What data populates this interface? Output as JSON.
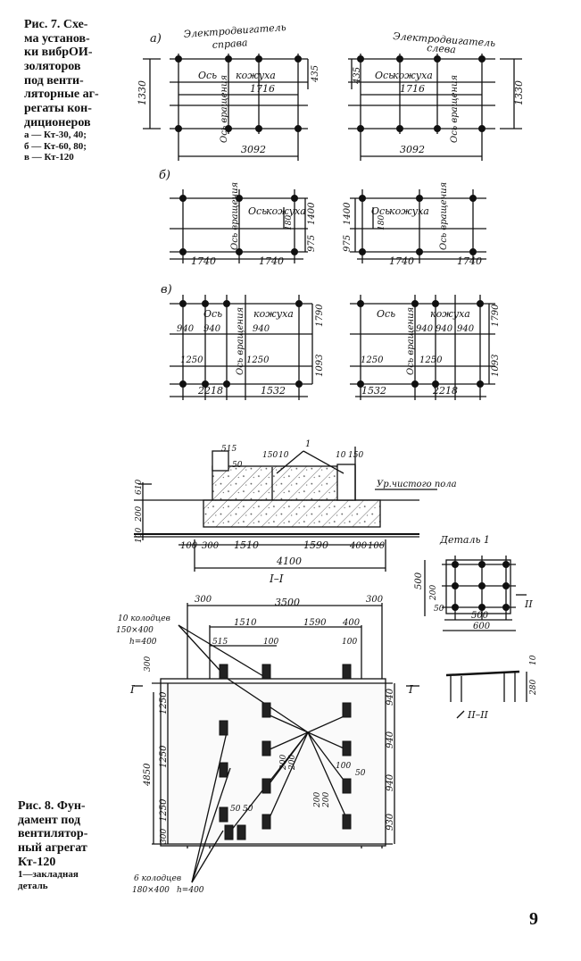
{
  "fig7": {
    "title_lines": [
      "Рис. 7. Схе-",
      "ма установ-",
      "ки вибрOИ-",
      "золяторов",
      "под венти-",
      "ляторные аг-",
      "регаты кон-",
      "диционеров"
    ],
    "notes": [
      "а — Кт-30, 40;",
      "б — Кт-60, 80;",
      "в — Кт-120"
    ],
    "a": {
      "label": "а)",
      "left_title": [
        "Электродвигатель",
        "справа"
      ],
      "right_title": [
        "Электродвигатель",
        "слева"
      ],
      "axis_casing": "Ось",
      "casing": "кожуха",
      "axis_rotation": "Ось вращения",
      "d_1716": "1716",
      "d_3092": "3092",
      "d_1330": "1330",
      "d_435": "435"
    },
    "b": {
      "label": "б)",
      "axis_casing": "Ось",
      "casing": "кожуха",
      "axis_rotation": "Ось вращения",
      "d_1740": "1740",
      "d_1400": "1400",
      "d_975": "975",
      "d_180": "180"
    },
    "c": {
      "label": "в)",
      "axis_casing": "Ось",
      "casing": "кожуха",
      "axis_rotation": "Ось вращения",
      "d_940": "940",
      "d_1250": "1250",
      "d_2218": "2218",
      "d_1532": "1532",
      "d_1790": "1790",
      "d_1093": "1093"
    }
  },
  "fig8": {
    "title_lines": [
      "Рис. 8. Фун-",
      "дамент под",
      "вентилятор-",
      "ный агрегат",
      "Кт-120"
    ],
    "note_lines": [
      "1—закладная",
      "деталь"
    ],
    "section": {
      "label": "I–I",
      "floor": "Ур.чистого пола",
      "callout": "1",
      "d_515": "515",
      "d_50": "50",
      "d_150": "150",
      "d_10": "10",
      "d_610": "610",
      "d_200": "200",
      "d_100": "100",
      "d_300": "300",
      "d_1510": "1510",
      "d_1590": "1590",
      "d_400": "400",
      "d_4100": "4100"
    },
    "detail": {
      "title": "Деталь 1",
      "d_500": "500",
      "d_200": "200",
      "d_600": "600",
      "d_50": "50",
      "mark": "II",
      "section_label": "II–II",
      "d_10": "10",
      "d_280": "280"
    },
    "plan": {
      "mark": "I",
      "d_300": "300",
      "d_3500": "3500",
      "d_1510": "1510",
      "d_1590": "1590",
      "d_400": "400",
      "d_515": "515",
      "d_100": "100",
      "d_1250": "1250",
      "d_4850": "4850",
      "d_940": "940",
      "d_930": "930",
      "d_50": "50",
      "d_200": "200",
      "wells_top": [
        "10 колодцев",
        "150×400",
        "h=400"
      ],
      "wells_bottom": [
        "6 колодцев",
        "180×400",
        "h=400"
      ]
    }
  },
  "page_number": "9"
}
